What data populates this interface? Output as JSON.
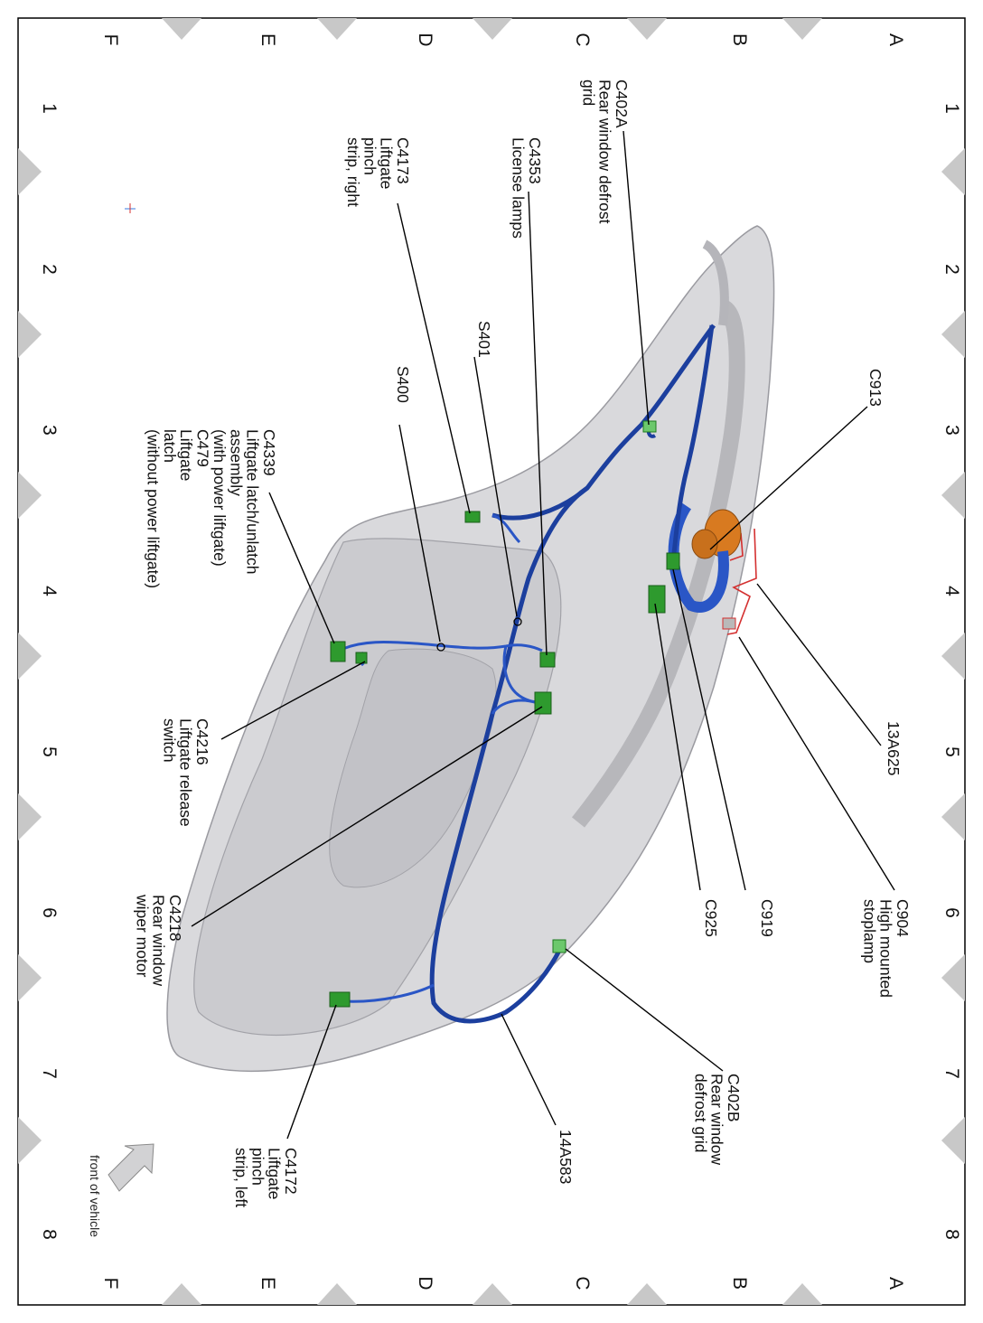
{
  "grid": {
    "columns": [
      "1",
      "2",
      "3",
      "4",
      "5",
      "6",
      "7",
      "8"
    ],
    "rows": [
      "A",
      "B",
      "C",
      "D",
      "E",
      "F"
    ]
  },
  "callouts": [
    {
      "id": "c402a",
      "lines": [
        "C402A",
        "Rear window defrost",
        "grid"
      ]
    },
    {
      "id": "c4353",
      "lines": [
        "C4353",
        "License lamps"
      ]
    },
    {
      "id": "c4173",
      "lines": [
        "C4173",
        "Liftgate",
        "pinch",
        "strip, right"
      ]
    },
    {
      "id": "s401",
      "lines": [
        "S401"
      ]
    },
    {
      "id": "s400",
      "lines": [
        "S400"
      ]
    },
    {
      "id": "c4339",
      "lines": [
        "C4339",
        "Liftgate latch/unlatch",
        "assembly",
        "(with power liftgate)",
        "C479",
        "Liftgate",
        "latch",
        "(without power liftgate)"
      ]
    },
    {
      "id": "c913",
      "lines": [
        "C913"
      ]
    },
    {
      "id": "13a625",
      "lines": [
        "13A625"
      ]
    },
    {
      "id": "c904",
      "lines": [
        "C904",
        "High mounted",
        "stoplamp"
      ]
    },
    {
      "id": "c919",
      "lines": [
        "C919"
      ]
    },
    {
      "id": "c925",
      "lines": [
        "C925"
      ]
    },
    {
      "id": "c4216",
      "lines": [
        "C4216",
        "Liftgate release",
        "switch"
      ]
    },
    {
      "id": "c4218",
      "lines": [
        "C4218",
        "Rear window",
        "wiper motor"
      ]
    },
    {
      "id": "c402b",
      "lines": [
        "C402B",
        "Rear window",
        "defrost grid"
      ]
    },
    {
      "id": "14a583",
      "lines": [
        "14A583"
      ]
    },
    {
      "id": "c4172",
      "lines": [
        "C4172",
        "Liftgate",
        "pinch",
        "strip, left"
      ]
    }
  ],
  "orientation": {
    "label": "front of vehicle",
    "icon": "arrow-icon"
  },
  "colors": {
    "harness": "#1c3f9e",
    "connector": "#2e9a2e",
    "stoplamp_wire": "#d43030",
    "module": "#d87a20",
    "panel": "#d9d9dc"
  }
}
